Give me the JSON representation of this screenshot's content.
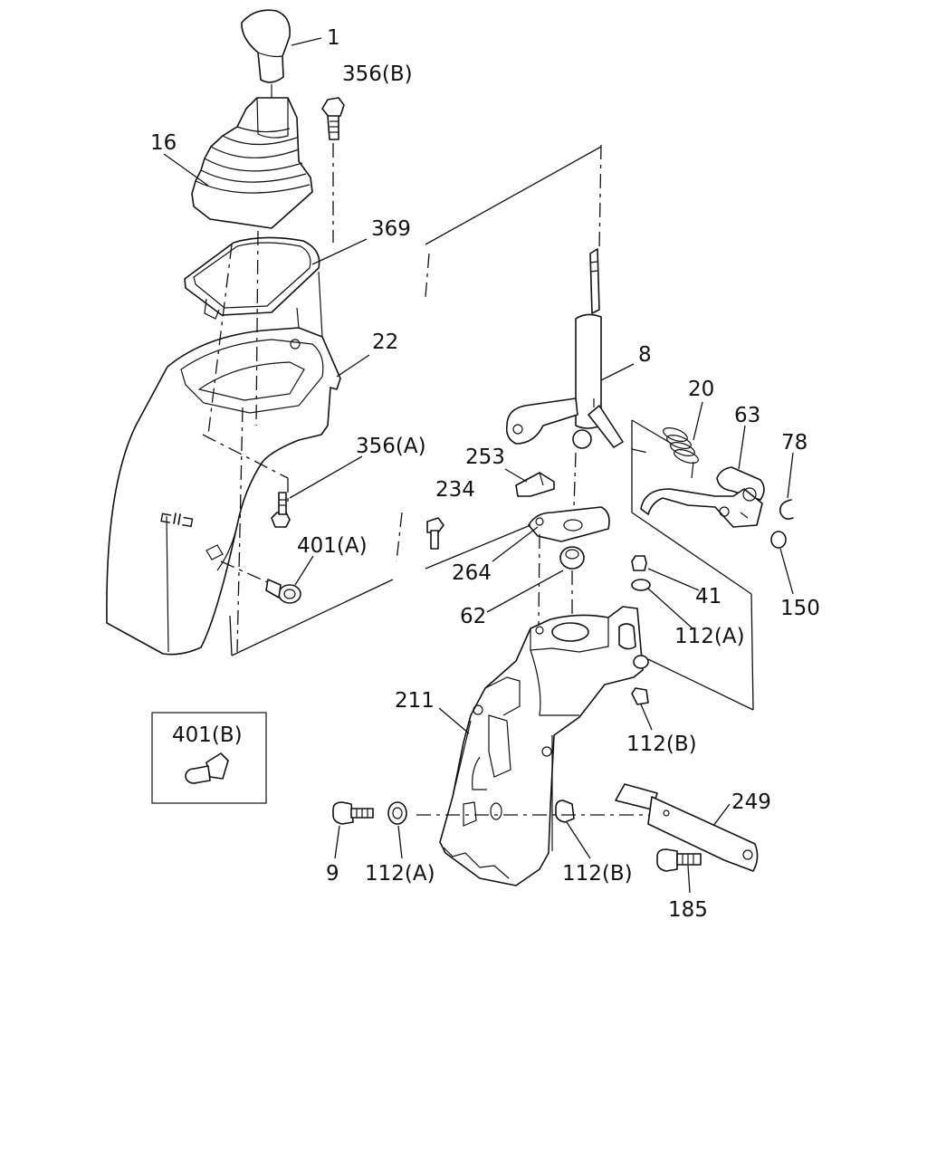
{
  "labels": {
    "p1": "1",
    "p356b": "356(B)",
    "p16": "16",
    "p369": "369",
    "p22": "22",
    "p356a": "356(A)",
    "p401a": "401(A)",
    "p401b": "401(B)",
    "p8": "8",
    "p20": "20",
    "p63": "63",
    "p78": "78",
    "p253": "253",
    "p234": "234",
    "p264": "264",
    "p41": "41",
    "p112a_top": "112(A)",
    "p150": "150",
    "p62": "62",
    "p211": "211",
    "p112b_mid": "112(B)",
    "p249": "249",
    "p9": "9",
    "p112a_bot": "112(A)",
    "p112b_bot": "112(B)",
    "p185": "185"
  },
  "panel_text": "⊏II⊐"
}
